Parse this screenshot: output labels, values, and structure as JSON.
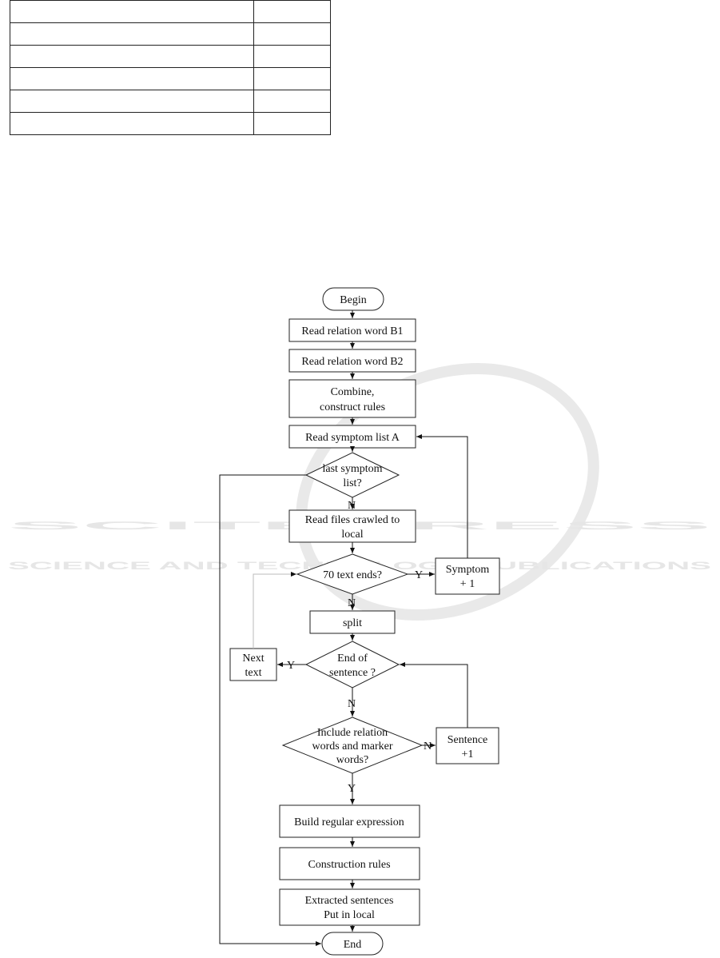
{
  "table": {
    "rows": [
      [
        "",
        ""
      ],
      [
        "",
        ""
      ],
      [
        "",
        ""
      ],
      [
        "",
        ""
      ],
      [
        "",
        ""
      ],
      [
        "",
        ""
      ]
    ]
  },
  "watermark": {
    "line1": "SCITEPRESS",
    "line2": "SCIENCE AND TECHNOLOGY PUBLICATIONS"
  },
  "flow": {
    "begin": "Begin",
    "read_b1": "Read relation word B1",
    "read_b2": "Read relation word B2",
    "combine_1": "Combine,",
    "combine_2": "construct rules",
    "read_a": "Read symptom list A",
    "last_1": "last symptom",
    "last_2": "list?",
    "read_files_1": "Read files crawled to",
    "read_files_2": "local",
    "text_ends": "70 text ends?",
    "split": "split",
    "end_sentence_1": "End of",
    "end_sentence_2": "sentence ?",
    "include_1": "Include relation",
    "include_2": "words and marker",
    "include_3": "words?",
    "build_regex": "Build regular expression",
    "construction": "Construction rules",
    "extracted_1": "Extracted sentences",
    "extracted_2": "Put in local",
    "end": "End",
    "symptom_1": "Symptom",
    "symptom_2": "+ 1",
    "next_1": "Next",
    "next_2": "text",
    "sentence_1": "Sentence",
    "sentence_2": "+1",
    "lbl_n": "N",
    "lbl_y": "Y"
  }
}
